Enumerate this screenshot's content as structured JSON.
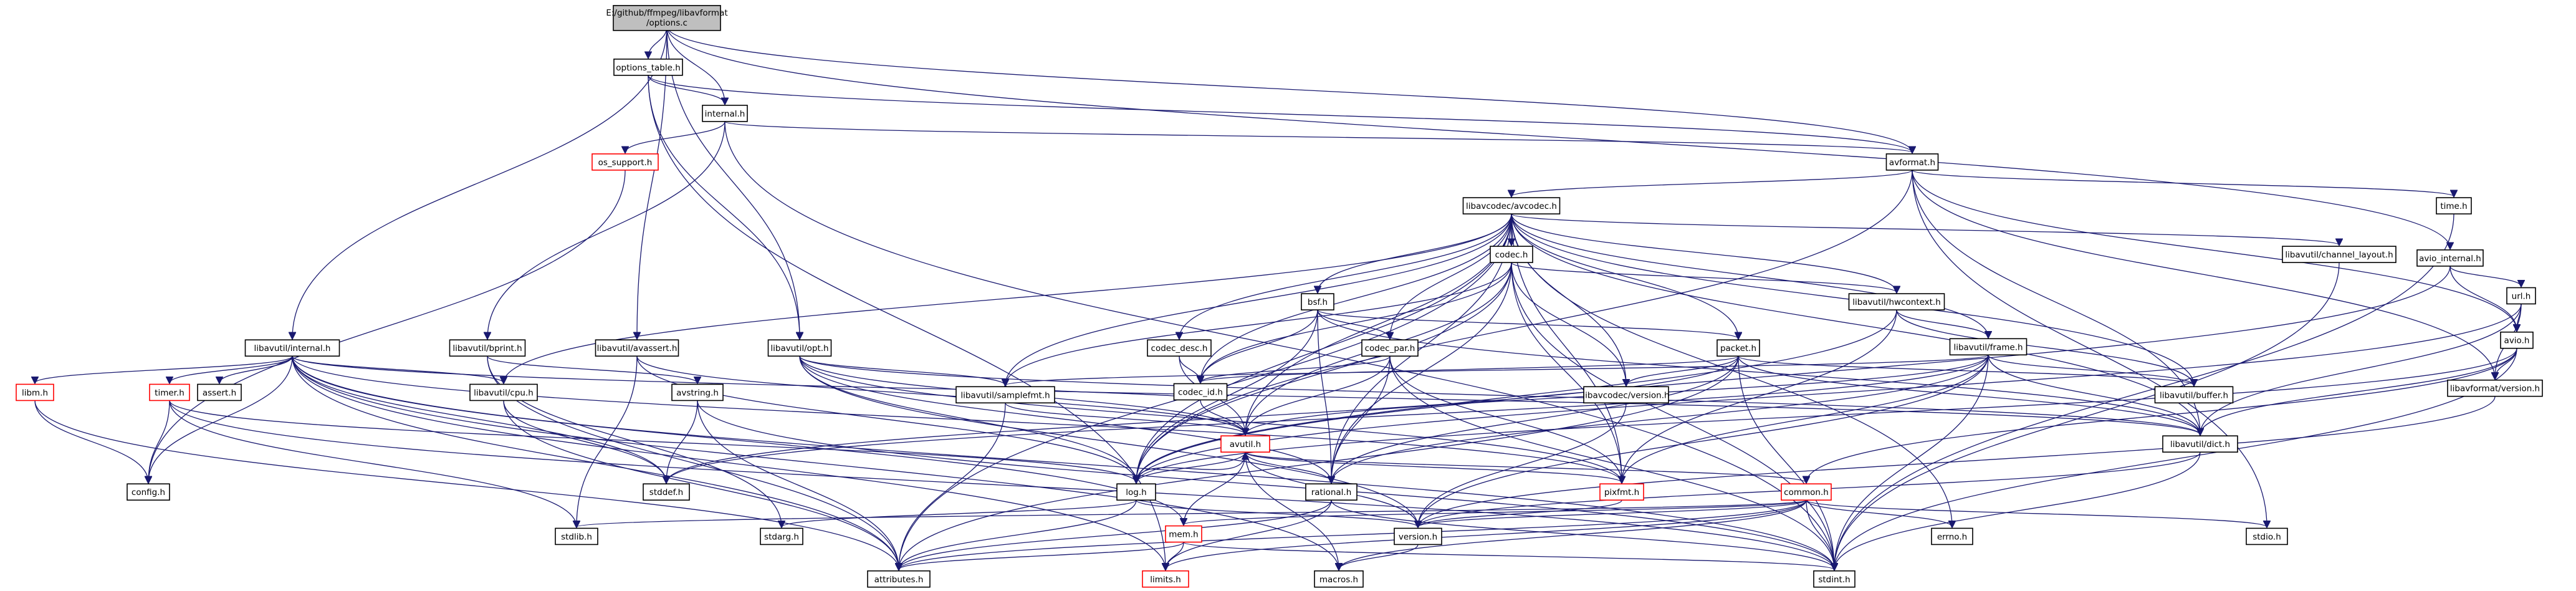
{
  "graph": {
    "root_lines": [
      "E:/github/ffmpeg/libavformat",
      "/options.c"
    ],
    "colors": {
      "edge": "#191970",
      "node_border": "#000000",
      "root_fill": "#bfbfbf",
      "truncated_border": "#ff0000",
      "node_fill": "#ffffff"
    },
    "nodes": [
      {
        "id": "root",
        "label": "E:/github/ffmpeg/libavformat/options.c",
        "root": true
      },
      {
        "id": "options_table",
        "label": "options_table.h"
      },
      {
        "id": "internal",
        "label": "internal.h"
      },
      {
        "id": "os_support",
        "label": "os_support.h",
        "truncated": true
      },
      {
        "id": "avformat",
        "label": "avformat.h"
      },
      {
        "id": "avcodec",
        "label": "libavcodec/avcodec.h"
      },
      {
        "id": "time",
        "label": "time.h"
      },
      {
        "id": "avio_internal",
        "label": "avio_internal.h"
      },
      {
        "id": "url",
        "label": "url.h"
      },
      {
        "id": "avio",
        "label": "avio.h"
      },
      {
        "id": "fmt_version",
        "label": "libavformat/version.h"
      },
      {
        "id": "codec",
        "label": "codec.h"
      },
      {
        "id": "chlayout",
        "label": "libavutil/channel_layout.h"
      },
      {
        "id": "bsf",
        "label": "bsf.h"
      },
      {
        "id": "hwcontext",
        "label": "libavutil/hwcontext.h"
      },
      {
        "id": "frame",
        "label": "libavutil/frame.h"
      },
      {
        "id": "codec_desc",
        "label": "codec_desc.h"
      },
      {
        "id": "codec_par",
        "label": "codec_par.h"
      },
      {
        "id": "packet",
        "label": "packet.h"
      },
      {
        "id": "codec_id",
        "label": "codec_id.h"
      },
      {
        "id": "samplefmt",
        "label": "libavutil/samplefmt.h"
      },
      {
        "id": "codec_version",
        "label": "libavcodec/version.h"
      },
      {
        "id": "buffer",
        "label": "libavutil/buffer.h"
      },
      {
        "id": "opt",
        "label": "libavutil/opt.h"
      },
      {
        "id": "util_internal",
        "label": "libavutil/internal.h"
      },
      {
        "id": "bprint",
        "label": "libavutil/bprint.h"
      },
      {
        "id": "avassert",
        "label": "libavutil/avassert.h"
      },
      {
        "id": "dict",
        "label": "libavutil/dict.h"
      },
      {
        "id": "avutil",
        "label": "avutil.h",
        "truncated": true
      },
      {
        "id": "cpu",
        "label": "libavutil/cpu.h"
      },
      {
        "id": "avstring",
        "label": "avstring.h"
      },
      {
        "id": "libm",
        "label": "libm.h",
        "truncated": true
      },
      {
        "id": "timer",
        "label": "timer.h",
        "truncated": true
      },
      {
        "id": "assert",
        "label": "assert.h"
      },
      {
        "id": "log",
        "label": "log.h"
      },
      {
        "id": "rational",
        "label": "rational.h"
      },
      {
        "id": "pixfmt",
        "label": "pixfmt.h",
        "truncated": true
      },
      {
        "id": "common",
        "label": "common.h",
        "truncated": true
      },
      {
        "id": "config",
        "label": "config.h"
      },
      {
        "id": "stddef",
        "label": "stddef.h"
      },
      {
        "id": "stdlib",
        "label": "stdlib.h"
      },
      {
        "id": "stdarg",
        "label": "stdarg.h"
      },
      {
        "id": "util_version",
        "label": "version.h"
      },
      {
        "id": "errno",
        "label": "errno.h"
      },
      {
        "id": "stdio",
        "label": "stdio.h"
      },
      {
        "id": "mem",
        "label": "mem.h",
        "truncated": true
      },
      {
        "id": "attributes",
        "label": "attributes.h"
      },
      {
        "id": "limits",
        "label": "limits.h",
        "truncated": true
      },
      {
        "id": "macros",
        "label": "macros.h"
      },
      {
        "id": "stdint",
        "label": "stdint.h"
      }
    ],
    "edges": [
      [
        "root",
        "options_table"
      ],
      [
        "root",
        "internal"
      ],
      [
        "root",
        "avformat"
      ],
      [
        "root",
        "avio_internal"
      ],
      [
        "root",
        "opt"
      ],
      [
        "root",
        "util_internal"
      ],
      [
        "root",
        "avassert"
      ],
      [
        "options_table",
        "internal"
      ],
      [
        "options_table",
        "avformat"
      ],
      [
        "options_table",
        "limits"
      ],
      [
        "options_table",
        "opt"
      ],
      [
        "internal",
        "os_support"
      ],
      [
        "internal",
        "avformat"
      ],
      [
        "internal",
        "bprint"
      ],
      [
        "internal",
        "stdint"
      ],
      [
        "os_support",
        "config"
      ],
      [
        "avformat",
        "avcodec"
      ],
      [
        "avformat",
        "time"
      ],
      [
        "avformat",
        "stdio"
      ],
      [
        "avformat",
        "avio"
      ],
      [
        "avformat",
        "fmt_version"
      ],
      [
        "avformat",
        "dict"
      ],
      [
        "avformat",
        "log"
      ],
      [
        "avcodec",
        "samplefmt"
      ],
      [
        "avcodec",
        "attributes"
      ],
      [
        "avcodec",
        "avutil"
      ],
      [
        "avcodec",
        "buffer"
      ],
      [
        "avcodec",
        "cpu"
      ],
      [
        "avcodec",
        "chlayout"
      ],
      [
        "avcodec",
        "dict"
      ],
      [
        "avcodec",
        "frame"
      ],
      [
        "avcodec",
        "hwcontext"
      ],
      [
        "avcodec",
        "log"
      ],
      [
        "avcodec",
        "pixfmt"
      ],
      [
        "avcodec",
        "rational"
      ],
      [
        "avcodec",
        "codec"
      ],
      [
        "avcodec",
        "codec_desc"
      ],
      [
        "avcodec",
        "codec_id"
      ],
      [
        "avcodec",
        "codec_par"
      ],
      [
        "avcodec",
        "defs"
      ],
      [
        "avcodec",
        "packet"
      ],
      [
        "avcodec",
        "codec_version"
      ],
      [
        "avcodec",
        "bsf"
      ],
      [
        "avcodec",
        "errno"
      ],
      [
        "time",
        "stdint"
      ],
      [
        "avio_internal",
        "avio"
      ],
      [
        "avio_internal",
        "url"
      ],
      [
        "avio_internal",
        "log"
      ],
      [
        "url",
        "avio"
      ],
      [
        "url",
        "fmt_version"
      ],
      [
        "url",
        "dict"
      ],
      [
        "url",
        "log"
      ],
      [
        "avio",
        "stdint"
      ],
      [
        "avio",
        "common"
      ],
      [
        "avio",
        "dict"
      ],
      [
        "avio",
        "log"
      ],
      [
        "avio",
        "fmt_version"
      ],
      [
        "fmt_version",
        "util_version"
      ],
      [
        "codec",
        "stdint"
      ],
      [
        "codec",
        "avutil"
      ],
      [
        "codec",
        "hwcontext"
      ],
      [
        "codec",
        "log"
      ],
      [
        "codec",
        "pixfmt"
      ],
      [
        "codec",
        "rational"
      ],
      [
        "codec",
        "samplefmt"
      ],
      [
        "codec",
        "codec_version"
      ],
      [
        "codec",
        "codec_id"
      ],
      [
        "chlayout",
        "stdint"
      ],
      [
        "bsf",
        "dict"
      ],
      [
        "bsf",
        "log"
      ],
      [
        "bsf",
        "rational"
      ],
      [
        "bsf",
        "codec_id"
      ],
      [
        "bsf",
        "codec_par"
      ],
      [
        "bsf",
        "packet"
      ],
      [
        "hwcontext",
        "buffer"
      ],
      [
        "hwcontext",
        "frame"
      ],
      [
        "hwcontext",
        "log"
      ],
      [
        "hwcontext",
        "pixfmt"
      ],
      [
        "frame",
        "stddef"
      ],
      [
        "frame",
        "stdint"
      ],
      [
        "frame",
        "avutil"
      ],
      [
        "frame",
        "buffer"
      ],
      [
        "frame",
        "dict"
      ],
      [
        "frame",
        "rational"
      ],
      [
        "frame",
        "samplefmt"
      ],
      [
        "frame",
        "pixfmt"
      ],
      [
        "frame",
        "util_version"
      ],
      [
        "codec_desc",
        "avutil"
      ],
      [
        "codec_desc",
        "codec_id"
      ],
      [
        "codec_par",
        "stdint"
      ],
      [
        "codec_par",
        "avutil"
      ],
      [
        "codec_par",
        "rational"
      ],
      [
        "codec_par",
        "pixfmt"
      ],
      [
        "codec_par",
        "codec_id"
      ],
      [
        "packet",
        "stddef"
      ],
      [
        "packet",
        "stdint"
      ],
      [
        "packet",
        "attributes"
      ],
      [
        "packet",
        "buffer"
      ],
      [
        "packet",
        "dict"
      ],
      [
        "packet",
        "rational"
      ],
      [
        "packet",
        "codec_version"
      ],
      [
        "packet",
        "codec_id"
      ],
      [
        "codec_id",
        "avutil"
      ],
      [
        "codec_id",
        "samplefmt"
      ],
      [
        "samplefmt",
        "avutil"
      ],
      [
        "samplefmt",
        "attributes"
      ],
      [
        "codec_version",
        "util_version"
      ],
      [
        "opt",
        "rational"
      ],
      [
        "opt",
        "avutil"
      ],
      [
        "opt",
        "dict"
      ],
      [
        "opt",
        "log"
      ],
      [
        "opt",
        "pixfmt"
      ],
      [
        "opt",
        "samplefmt"
      ],
      [
        "opt",
        "util_version"
      ],
      [
        "util_internal",
        "config"
      ],
      [
        "util_internal",
        "limits"
      ],
      [
        "util_internal",
        "stdint"
      ],
      [
        "util_internal",
        "stddef"
      ],
      [
        "util_internal",
        "assert"
      ],
      [
        "util_internal",
        "cpu"
      ],
      [
        "util_internal",
        "dict"
      ],
      [
        "util_internal",
        "macros"
      ],
      [
        "util_internal",
        "mem"
      ],
      [
        "util_internal",
        "pixfmt"
      ],
      [
        "util_internal",
        "version"
      ],
      [
        "util_internal",
        "libm"
      ],
      [
        "util_internal",
        "timer"
      ],
      [
        "util_internal",
        "attributes"
      ],
      [
        "bprint",
        "stdarg"
      ],
      [
        "bprint",
        "attributes"
      ],
      [
        "bprint",
        "avstring"
      ],
      [
        "avassert",
        "stdlib"
      ],
      [
        "avassert",
        "avutil"
      ],
      [
        "avassert",
        "log"
      ],
      [
        "dict",
        "stdint"
      ],
      [
        "dict",
        "util_version"
      ],
      [
        "avutil",
        "common"
      ],
      [
        "avutil",
        "error"
      ],
      [
        "avutil",
        "rational"
      ],
      [
        "avutil",
        "util_version"
      ],
      [
        "avutil",
        "macros"
      ],
      [
        "avutil",
        "mathematics"
      ],
      [
        "avutil",
        "log"
      ],
      [
        "avutil",
        "pixfmt"
      ],
      [
        "cpu",
        "stddef"
      ],
      [
        "cpu",
        "attributes"
      ],
      [
        "avstring",
        "stddef"
      ],
      [
        "avstring",
        "stdint"
      ],
      [
        "avstring",
        "attributes"
      ],
      [
        "libm",
        "config"
      ],
      [
        "libm",
        "attributes"
      ],
      [
        "timer",
        "config"
      ],
      [
        "timer",
        "stdlib"
      ],
      [
        "timer",
        "stdint"
      ],
      [
        "timer",
        "log"
      ],
      [
        "log",
        "stdarg"
      ],
      [
        "log",
        "avutil"
      ],
      [
        "log",
        "attributes"
      ],
      [
        "log",
        "util_version"
      ],
      [
        "rational",
        "stdint"
      ],
      [
        "rational",
        "limits"
      ],
      [
        "rational",
        "attributes"
      ],
      [
        "pixfmt",
        "util_version"
      ],
      [
        "common",
        "errno"
      ],
      [
        "common",
        "stdio"
      ],
      [
        "common",
        "stdint"
      ],
      [
        "common",
        "stdlib"
      ],
      [
        "common",
        "attributes"
      ],
      [
        "common",
        "macros"
      ],
      [
        "common",
        "util_version"
      ],
      [
        "common",
        "mem"
      ],
      [
        "common",
        "limits"
      ],
      [
        "mem",
        "stdint"
      ],
      [
        "mem",
        "limits"
      ],
      [
        "mem",
        "attributes"
      ],
      [
        "mem",
        "avutil"
      ],
      [
        "util_version",
        "macros"
      ]
    ]
  }
}
